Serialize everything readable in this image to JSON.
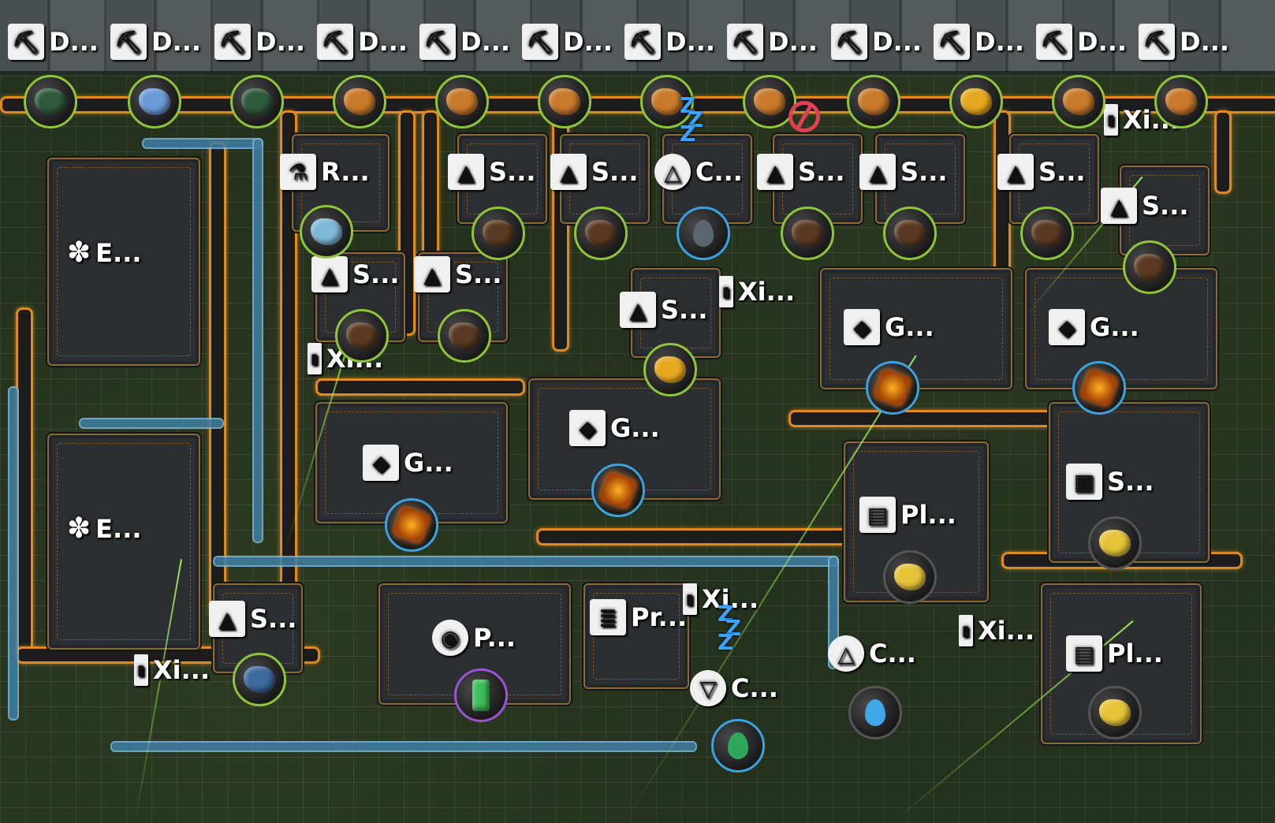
{
  "labels": {
    "top": [
      "D...",
      "D...",
      "D...",
      "D...",
      "D...",
      "D...",
      "D...",
      "D...",
      "D...",
      "D...",
      "D...",
      "D..."
    ],
    "r": "R...",
    "s": "S...",
    "c": "C...",
    "xi": "Xi...",
    "e": "E...",
    "g": "G...",
    "pl": "Pl...",
    "p": "P...",
    "pr": "Pr..."
  },
  "resources": {
    "top": [
      "dark-green-ore",
      "blue-crystal",
      "dark-green-ore",
      "copper-ore",
      "copper-ore",
      "copper-ore",
      "copper-ore",
      "copper-ore",
      "copper-ore",
      "gold-ore",
      "copper-ore",
      "copper-ore"
    ],
    "colors": {
      "dark-green-ore": "#2f5a3d",
      "blue-crystal": "#6c9ad6",
      "copper-ore": "#c97a2a",
      "gold-ore": "#e6a820",
      "coal": "#5a3a22",
      "water": "#3fa9e8",
      "crude": "#5c6670",
      "green-fluid": "#2fa85c",
      "glowing-cube": "#e07a14",
      "pine": "#e6c43a",
      "battery": "#3fbf5a",
      "cyan-crystal": "#3aa3e0",
      "blue-ore": "#3d6a9e"
    }
  },
  "status": {
    "sleep_glyph": "ZZZ",
    "no_power": "⊘"
  }
}
